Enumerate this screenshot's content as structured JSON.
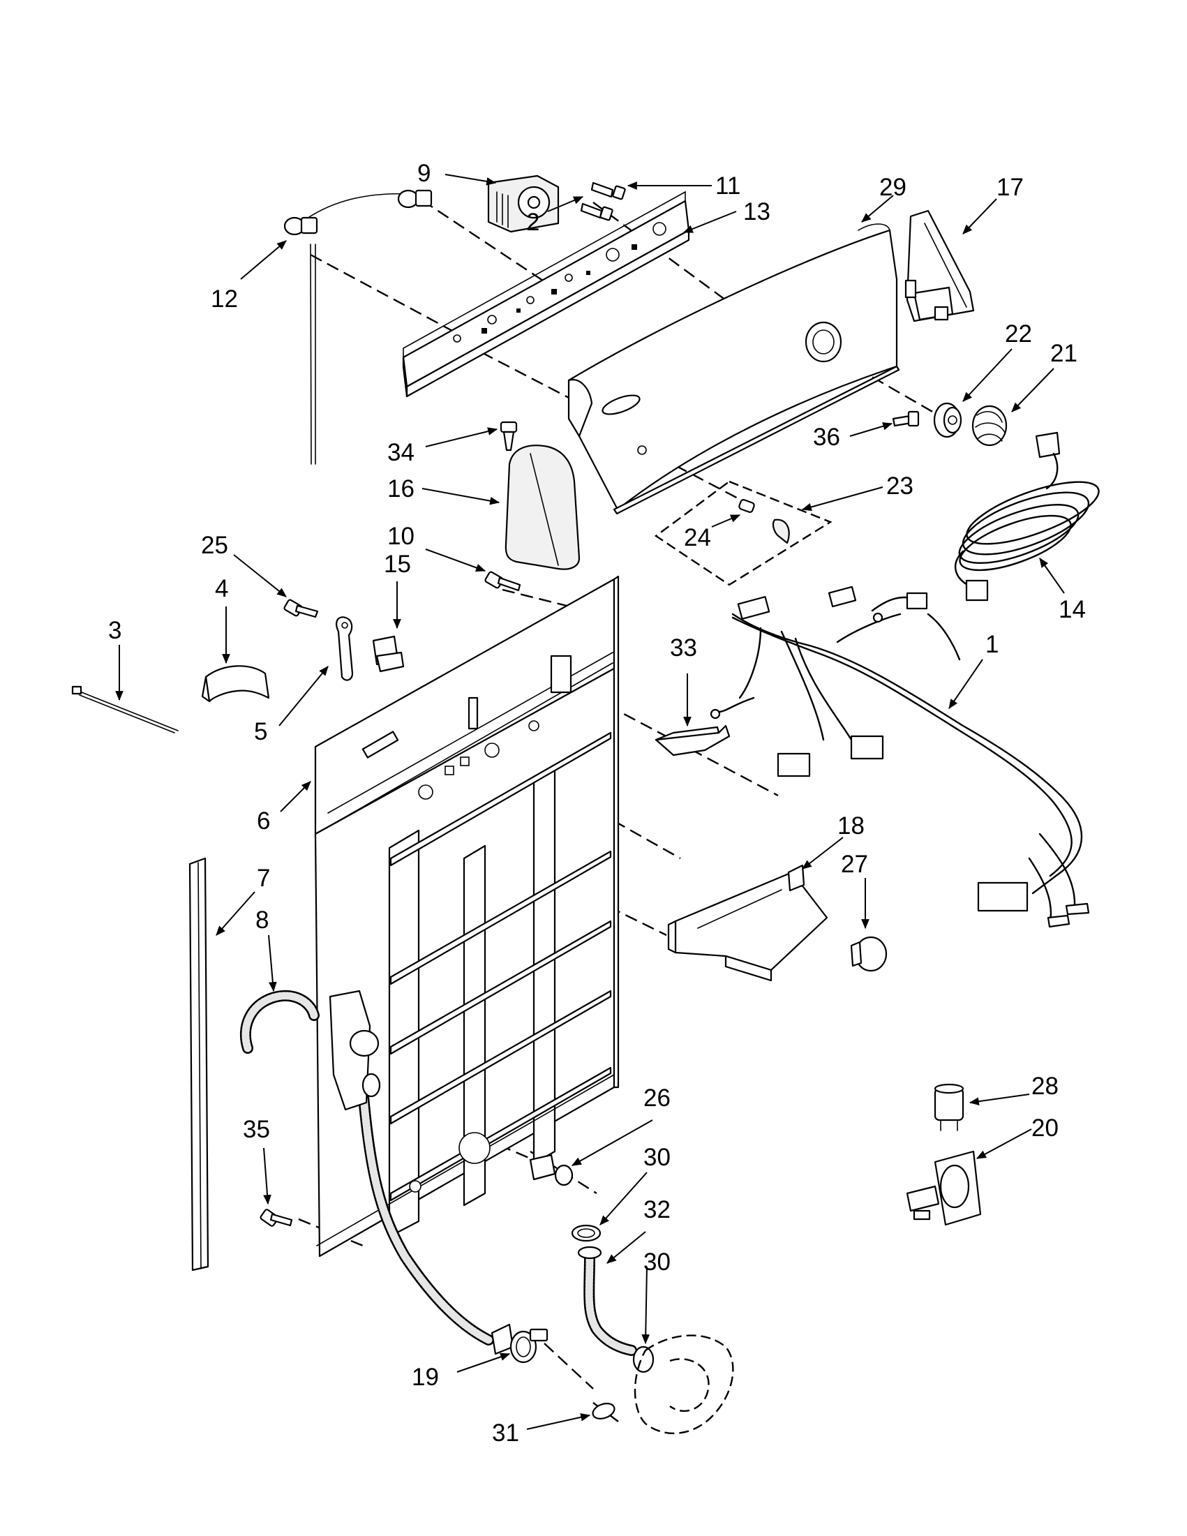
{
  "callouts": [
    {
      "id": "c1",
      "label": "1"
    },
    {
      "id": "c2",
      "label": "2"
    },
    {
      "id": "c3",
      "label": "3"
    },
    {
      "id": "c4",
      "label": "4"
    },
    {
      "id": "c5",
      "label": "5"
    },
    {
      "id": "c6",
      "label": "6"
    },
    {
      "id": "c7",
      "label": "7"
    },
    {
      "id": "c8",
      "label": "8"
    },
    {
      "id": "c9",
      "label": "9"
    },
    {
      "id": "c10",
      "label": "10"
    },
    {
      "id": "c11",
      "label": "11"
    },
    {
      "id": "c12",
      "label": "12"
    },
    {
      "id": "c13",
      "label": "13"
    },
    {
      "id": "c14",
      "label": "14"
    },
    {
      "id": "c15",
      "label": "15"
    },
    {
      "id": "c16",
      "label": "16"
    },
    {
      "id": "c17",
      "label": "17"
    },
    {
      "id": "c18",
      "label": "18"
    },
    {
      "id": "c19",
      "label": "19"
    },
    {
      "id": "c20",
      "label": "20"
    },
    {
      "id": "c21",
      "label": "21"
    },
    {
      "id": "c22",
      "label": "22"
    },
    {
      "id": "c23",
      "label": "23"
    },
    {
      "id": "c24",
      "label": "24"
    },
    {
      "id": "c25",
      "label": "25"
    },
    {
      "id": "c26",
      "label": "26"
    },
    {
      "id": "c27",
      "label": "27"
    },
    {
      "id": "c28",
      "label": "28"
    },
    {
      "id": "c29",
      "label": "29"
    },
    {
      "id": "c30a",
      "label": "30"
    },
    {
      "id": "c30b",
      "label": "30"
    },
    {
      "id": "c31",
      "label": "31"
    },
    {
      "id": "c32",
      "label": "32"
    },
    {
      "id": "c33",
      "label": "33"
    },
    {
      "id": "c34",
      "label": "34"
    },
    {
      "id": "c35",
      "label": "35"
    },
    {
      "id": "c36",
      "label": "36"
    }
  ]
}
